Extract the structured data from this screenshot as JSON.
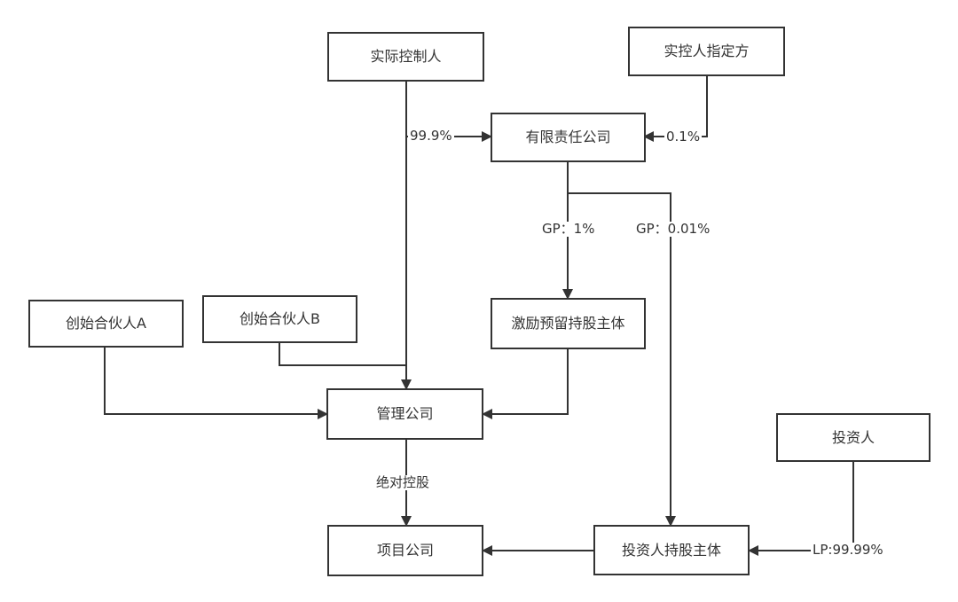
{
  "nodes": {
    "actual_controller": "实际控制人",
    "designated_party": "实控人指定方",
    "llc": "有限责任公司",
    "incentive_entity": "激励预留持股主体",
    "founder_a": "创始合伙人A",
    "founder_b": "创始合伙人B",
    "management_company": "管理公司",
    "investor": "投资人",
    "project_company": "项目公司",
    "investor_holding_entity": "投资人持股主体"
  },
  "edges": {
    "controller_to_llc": "99.9%",
    "designated_to_llc": "0.1%",
    "llc_gp_incentive": "GP：1%",
    "llc_gp_investor_entity": "GP：0.01%",
    "management_control": "绝对控股",
    "investor_lp": "LP:99.99%"
  },
  "colors": {
    "line": "#333333",
    "box_border": "#333333",
    "text": "#333333",
    "background": "#ffffff"
  }
}
